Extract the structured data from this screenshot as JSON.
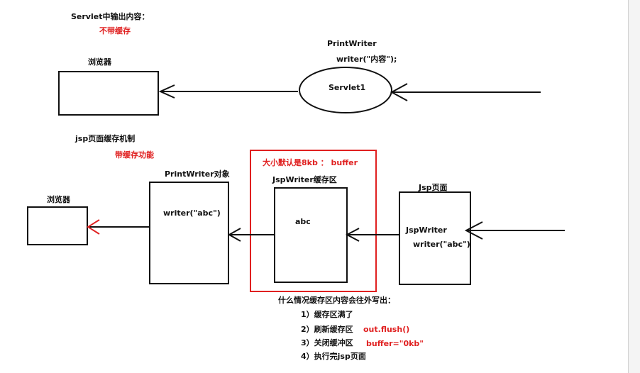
{
  "top": {
    "heading": "Servlet中输出内容：",
    "subheading": "不带缓存",
    "browser_label": "浏览器",
    "printwriter_label": "PrintWriter",
    "writer_call": "writer(\"内容\");",
    "servlet_label": "Servlet1"
  },
  "bottom": {
    "heading": "jsp页面缓存机制",
    "subheading": "带缓存功能",
    "browser_label": "浏览器",
    "printwriter_obj_label": "PrintWriter对象",
    "printwriter_content": "writer(\"abc\")",
    "buffer_size_label": "大小默认是8kb  ：  buffer",
    "jspwriter_buffer_label": "JspWriter缓存区",
    "buffer_content": "abc",
    "jsp_page_label": "Jsp页面",
    "jsp_writer_label": "JspWriter",
    "jsp_writer_call": "writer(\"abc\")"
  },
  "flush_notes": {
    "title": "什么情况缓存区内容会往外写出：",
    "items": [
      {
        "text": "1）缓存区满了",
        "note": ""
      },
      {
        "text": "2）刷新缓存区",
        "note": "out.flush()"
      },
      {
        "text": "3）关闭缓冲区",
        "note": "buffer=\"0kb\""
      },
      {
        "text": "4）执行完jsp页面",
        "note": ""
      }
    ]
  },
  "colors": {
    "ink": "#111111",
    "highlight": "#e02020"
  }
}
